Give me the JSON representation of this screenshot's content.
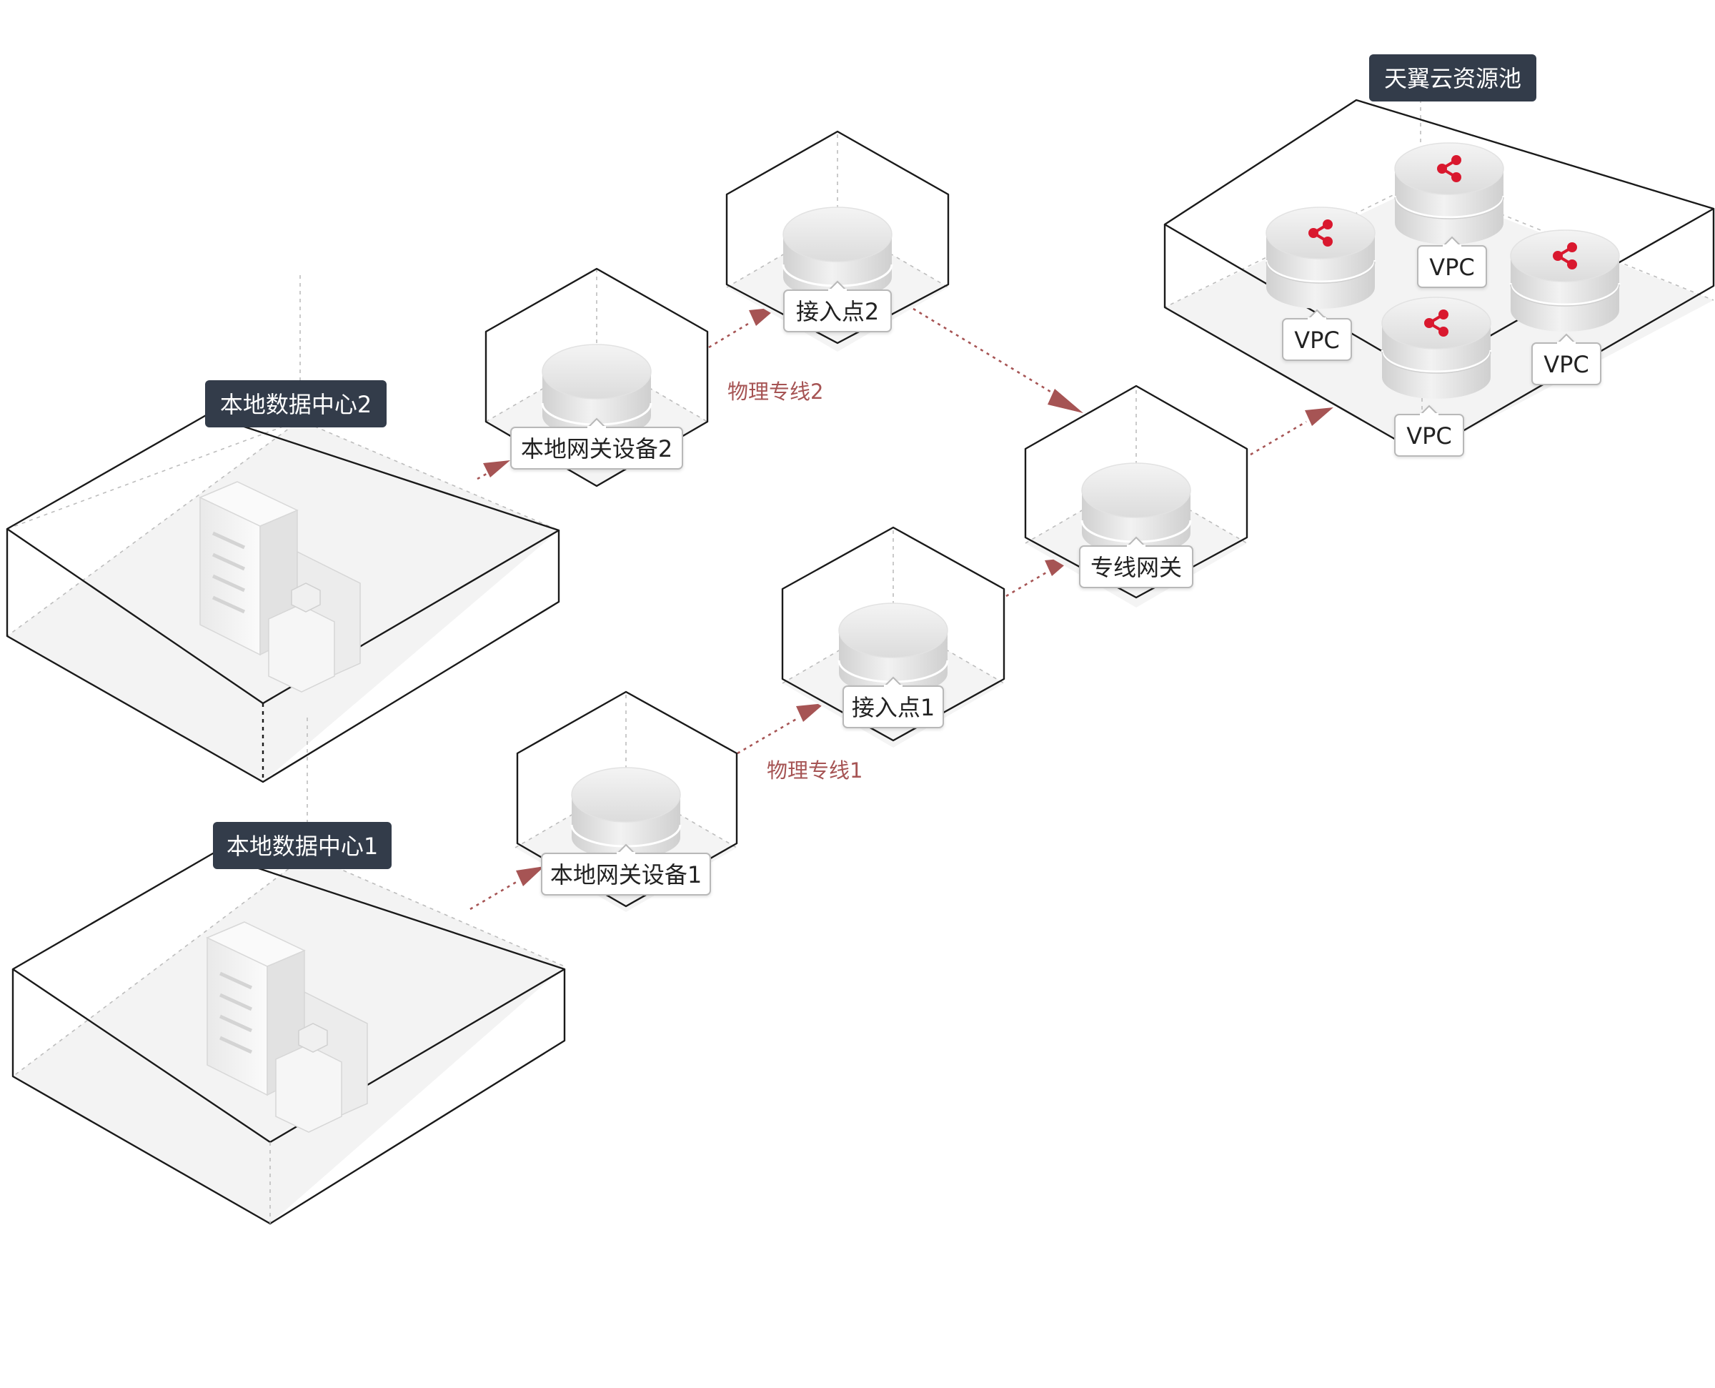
{
  "groups": {
    "cloud_pool": "天翼云资源池",
    "dc2": "本地数据中心2",
    "dc1": "本地数据中心1"
  },
  "nodes": {
    "access_point_2": "接入点2",
    "local_gateway_2": "本地网关设备2",
    "access_point_1": "接入点1",
    "local_gateway_1": "本地网关设备1",
    "dedicated_gateway": "专线网关"
  },
  "vpcs": [
    "VPC",
    "VPC",
    "VPC",
    "VPC"
  ],
  "links": {
    "physical_line_2": "物理专线2",
    "physical_line_1": "物理专线1"
  },
  "colors": {
    "label_dark": "#333c4a",
    "link": "#a65454",
    "vpc_icon": "#d9182e"
  },
  "icons": {
    "vpc": "share-icon",
    "datacenter": "building-icon",
    "node": "disk-icon"
  }
}
